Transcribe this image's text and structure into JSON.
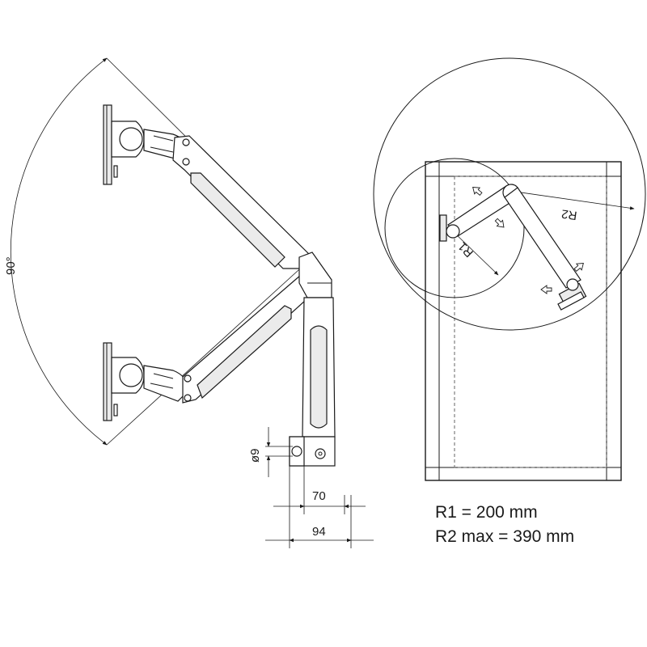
{
  "diagram": {
    "angle_label": "90°",
    "dim_hole": "ø9",
    "dim_70": "70",
    "dim_94": "94",
    "radius_r1": "R1",
    "radius_r2": "R2",
    "note_r1": "R1 = 200 mm",
    "note_r2": "R2 max = 390 mm"
  }
}
